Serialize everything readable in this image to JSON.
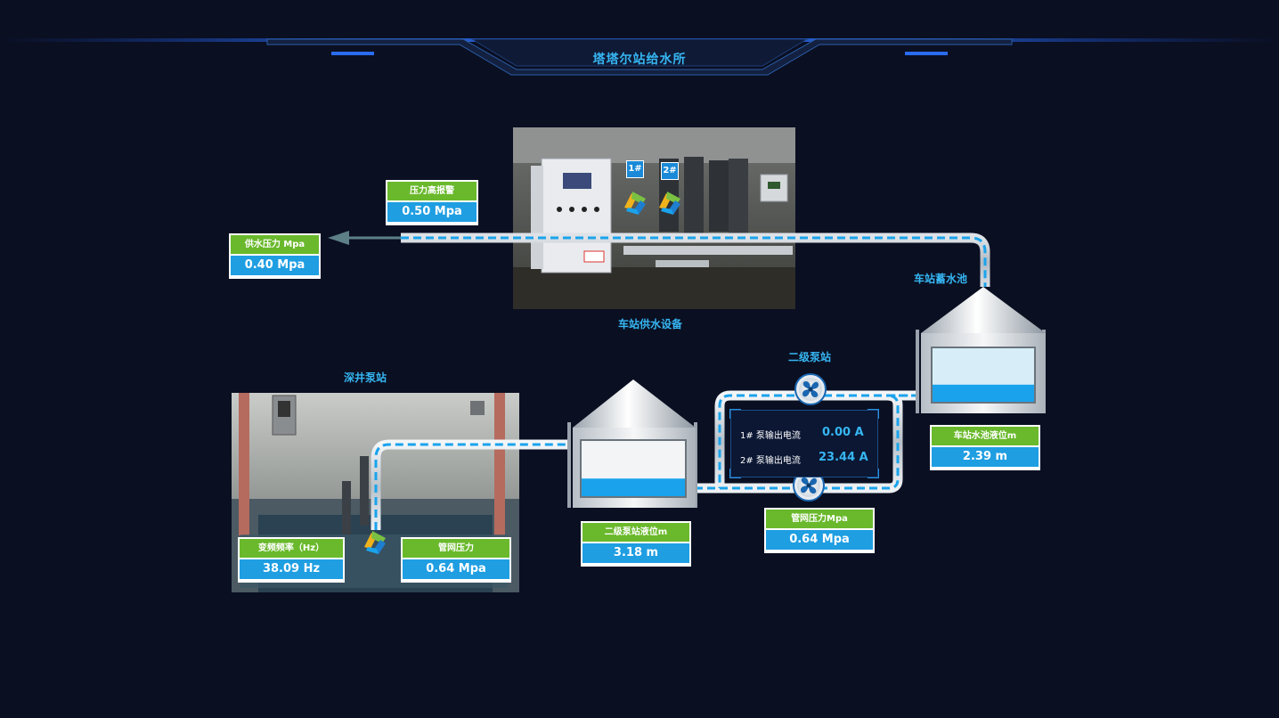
{
  "header": {
    "title": "塔塔尔站给水所"
  },
  "supply_equipment": {
    "caption": "车站供水设备",
    "pump_tags": [
      "1#",
      "2#"
    ],
    "alarm": {
      "label": "压力高报警",
      "value": "0.50 Mpa"
    },
    "supply_pressure": {
      "label": "供水压力 Mpa",
      "value": "0.40 Mpa"
    }
  },
  "storage_tank": {
    "caption": "车站蓄水池",
    "level_fraction": 0.32,
    "level": {
      "label": "车站水池液位m",
      "value": "2.39 m"
    }
  },
  "secondary_station": {
    "caption": "二级泵站",
    "currents": [
      {
        "label": "1# 泵输出电流",
        "value": "0.00 A"
      },
      {
        "label": "2# 泵输出电流",
        "value": "23.44 A"
      }
    ],
    "pipe_pressure": {
      "label": "管网压力Mpa",
      "value": "0.64 Mpa"
    }
  },
  "secondary_tank": {
    "level_fraction": 0.32,
    "level": {
      "label": "二级泵站液位m",
      "value": "3.18 m"
    }
  },
  "deep_well": {
    "caption": "深井泵站",
    "frequency": {
      "label": "变频频率（Hz）",
      "value": "38.09 Hz"
    },
    "pipe_pressure": {
      "label": "管网压力",
      "value": "0.64 Mpa"
    }
  },
  "colors": {
    "background": "#0a0f22",
    "accent": "#36b6f2",
    "label_green": "#6ab92c",
    "value_blue": "#1f9ee2",
    "water": "#1aa3ec"
  }
}
